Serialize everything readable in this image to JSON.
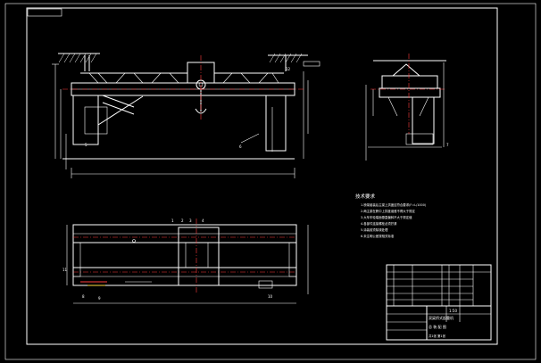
{
  "drawing": {
    "technical_notes": {
      "heading": "技术要求",
      "lines": [
        "1.桥架组装后主梁上拱度应符合要求(F=L/1000)",
        "2.两主梁在跨中上拱度误差不得大于规定",
        "3.大车车轮端面垂直偏斜不大于规定值",
        "4.各部件连接螺栓必须拧紧",
        "5.涂装前须除锈处理",
        "6.未注明公差按相关标准"
      ]
    },
    "title_block": {
      "drawing_name_1": "双梁桥式起重机",
      "drawing_name_2": "总 装 配 图",
      "scale": "1:50",
      "sheet": "共1张 第1张"
    },
    "balloons": [
      "1",
      "2",
      "3",
      "4",
      "5",
      "6",
      "7",
      "8",
      "9",
      "10",
      "11",
      "12"
    ],
    "colors": {
      "background": "#000000",
      "line": "#ffffff",
      "centerline": "#ff3b3b",
      "accent": "#ffd200"
    }
  }
}
